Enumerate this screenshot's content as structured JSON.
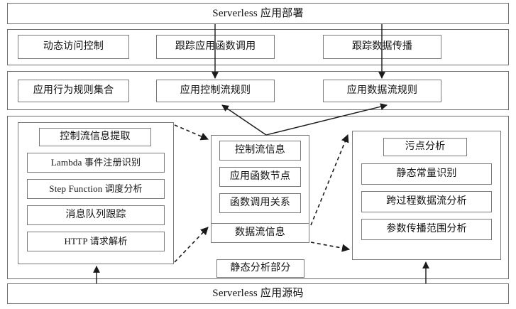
{
  "diagram": {
    "title_top": "Serverless 应用部署",
    "title_bottom": "Serverless 应用源码",
    "layer_deploy": {
      "boxes": [
        {
          "label": "动态访问控制"
        },
        {
          "label": "跟踪应用函数调用"
        },
        {
          "label": "跟踪数据传播"
        }
      ]
    },
    "layer_rules": {
      "boxes": [
        {
          "label": "应用行为规则集合"
        },
        {
          "label": "应用控制流规则"
        },
        {
          "label": "应用数据流规则"
        }
      ]
    },
    "layer_analysis": {
      "caption": "静态分析部分",
      "left_group": {
        "header": "控制流信息提取",
        "items": [
          {
            "label": "Lambda 事件注册识别"
          },
          {
            "label": "Step Function 调度分析"
          },
          {
            "label": "消息队列跟踪"
          },
          {
            "label": "HTTP 请求解析"
          }
        ]
      },
      "middle_group": {
        "items": [
          {
            "label": "控制流信息"
          },
          {
            "label": "应用函数节点"
          },
          {
            "label": "函数调用关系"
          }
        ],
        "footer": "数据流信息"
      },
      "right_group": {
        "header": "污点分析",
        "items": [
          {
            "label": "静态常量识别"
          },
          {
            "label": "跨过程数据流分析"
          },
          {
            "label": "参数传播范围分析"
          }
        ]
      }
    },
    "colors": {
      "border": "#7a7a7a",
      "band_border": "#6e6e6e",
      "arrow": "#1a1a1a",
      "text": "#111111",
      "background": "#ffffff"
    }
  }
}
